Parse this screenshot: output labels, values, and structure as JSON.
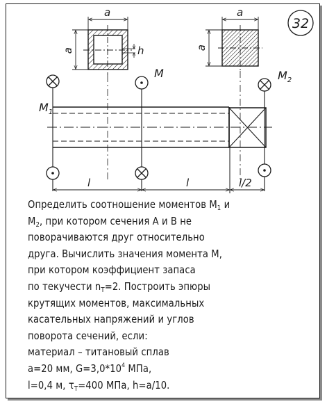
{
  "problem_number": "32",
  "figure": {
    "dim_a_left_top": "a",
    "dim_a_left_side": "a",
    "dim_h": "h",
    "dim_a_right_top": "a",
    "dim_a_right_side": "a",
    "label_M": "M",
    "label_M1_main": "M",
    "label_M1_sub": "1",
    "label_M2_main": "M",
    "label_M2_sub": "2",
    "dim_l_1": "l",
    "dim_l_2": "l",
    "dim_l_half": "l/2"
  },
  "text": {
    "l1_a": "Определить соотношение моментов M",
    "l1_sub": "1",
    "l1_b": " и",
    "l2_a": "M",
    "l2_sub": "2",
    "l2_b": ", при котором сечения A и B не",
    "l3": "поворачиваются друг относительно",
    "l4": "друга. Вычислить значения момента M,",
    "l5": "при котором коэффициент запаса",
    "l6_a": "по текучести n",
    "l6_sub": "Т",
    "l6_b": "=2. Построить эпюры",
    "l7": "крутящих моментов, максимальных",
    "l8": "касательных напряжений и углов",
    "l9": "поворота сечений, если:",
    "l10": "материал – титановый сплав",
    "l11_a": "a=20 мм, G=3,0*10",
    "l11_sup": "4",
    "l11_b": " МПа,",
    "l12_a": "l=0,4 м, τ",
    "l12_sub": "Т",
    "l12_b": "=400 МПа, h=a/10."
  }
}
